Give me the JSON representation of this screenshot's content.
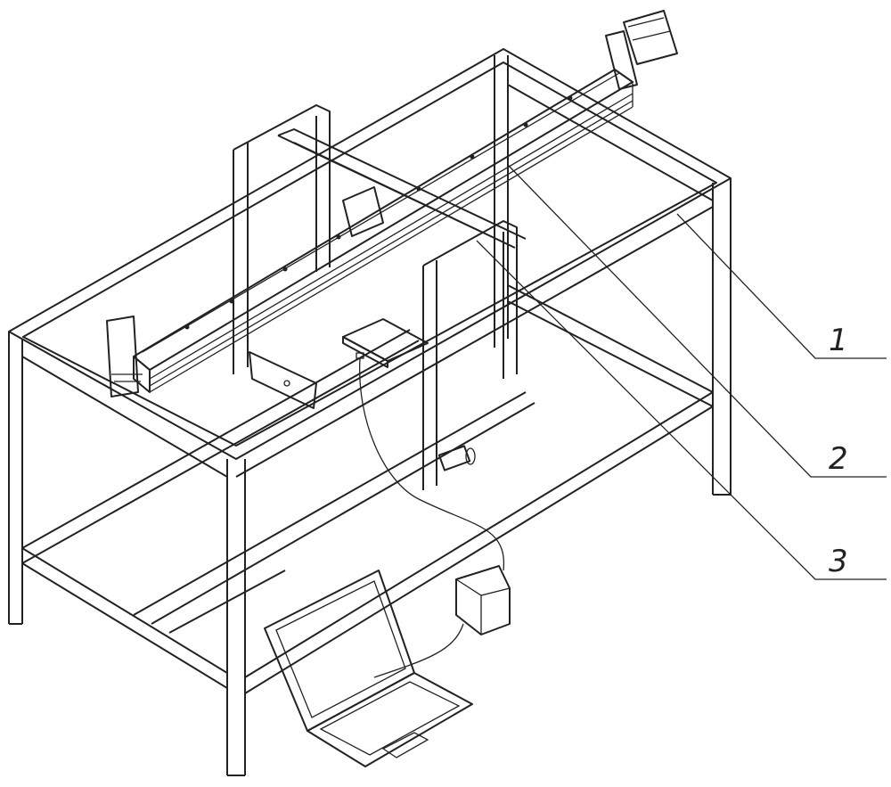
{
  "labels": [
    {
      "id": "1",
      "text": "1"
    },
    {
      "id": "2",
      "text": "2"
    },
    {
      "id": "3",
      "text": "3"
    }
  ],
  "colors": {
    "line": "#222222",
    "background": "#ffffff"
  }
}
